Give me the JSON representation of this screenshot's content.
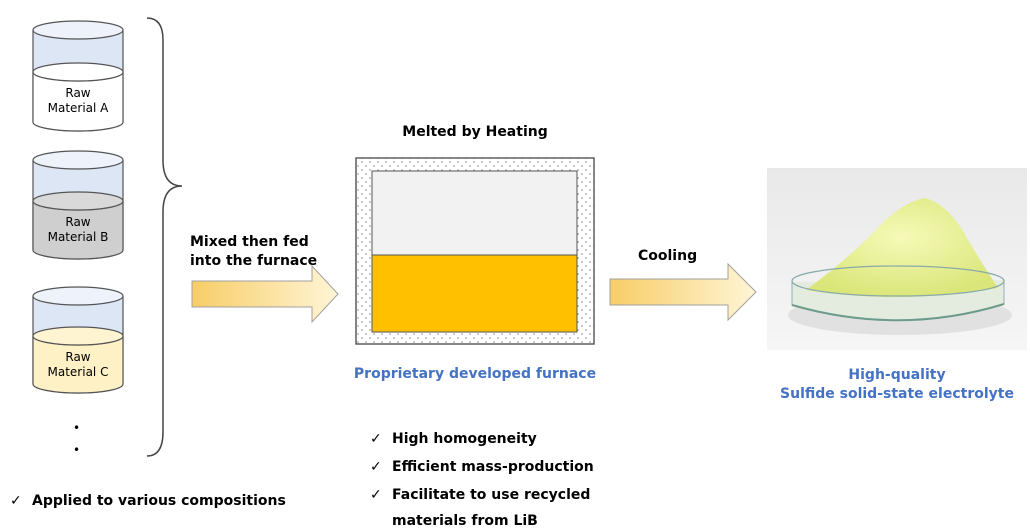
{
  "materials": [
    {
      "label_line1": "Raw",
      "label_line2": "Material A",
      "fill": "#ffffff"
    },
    {
      "label_line1": "Raw",
      "label_line2": "Material B",
      "fill": "#cfcfcf"
    },
    {
      "label_line1": "Raw",
      "label_line2": "Material C",
      "fill": "#fff1c6"
    }
  ],
  "ellipsis": [
    "•",
    "•"
  ],
  "left_check": "Applied to various compositions",
  "mix_label_line1": "Mixed then fed",
  "mix_label_line2": "into the furnace",
  "heat_label": "Melted by Heating",
  "furnace_caption": "Proprietary developed furnace",
  "furnace_checks": [
    {
      "text": "High homogeneity"
    },
    {
      "text": "Efficient mass-production"
    },
    {
      "text": "Facilitate to use recycled"
    }
  ],
  "furnace_checks_continuation": "materials from LiB",
  "cool_label": "Cooling",
  "product_line1": "High-quality",
  "product_line2": "Sulfide solid-state electrolyte",
  "colors": {
    "melt": "#ffc000",
    "furnace_interior": "#f2f2f2",
    "caption_blue": "#4472c4",
    "arrow_light": "#fff5d6",
    "arrow_dark": "#f7cd67",
    "powder": "#eef59a"
  }
}
